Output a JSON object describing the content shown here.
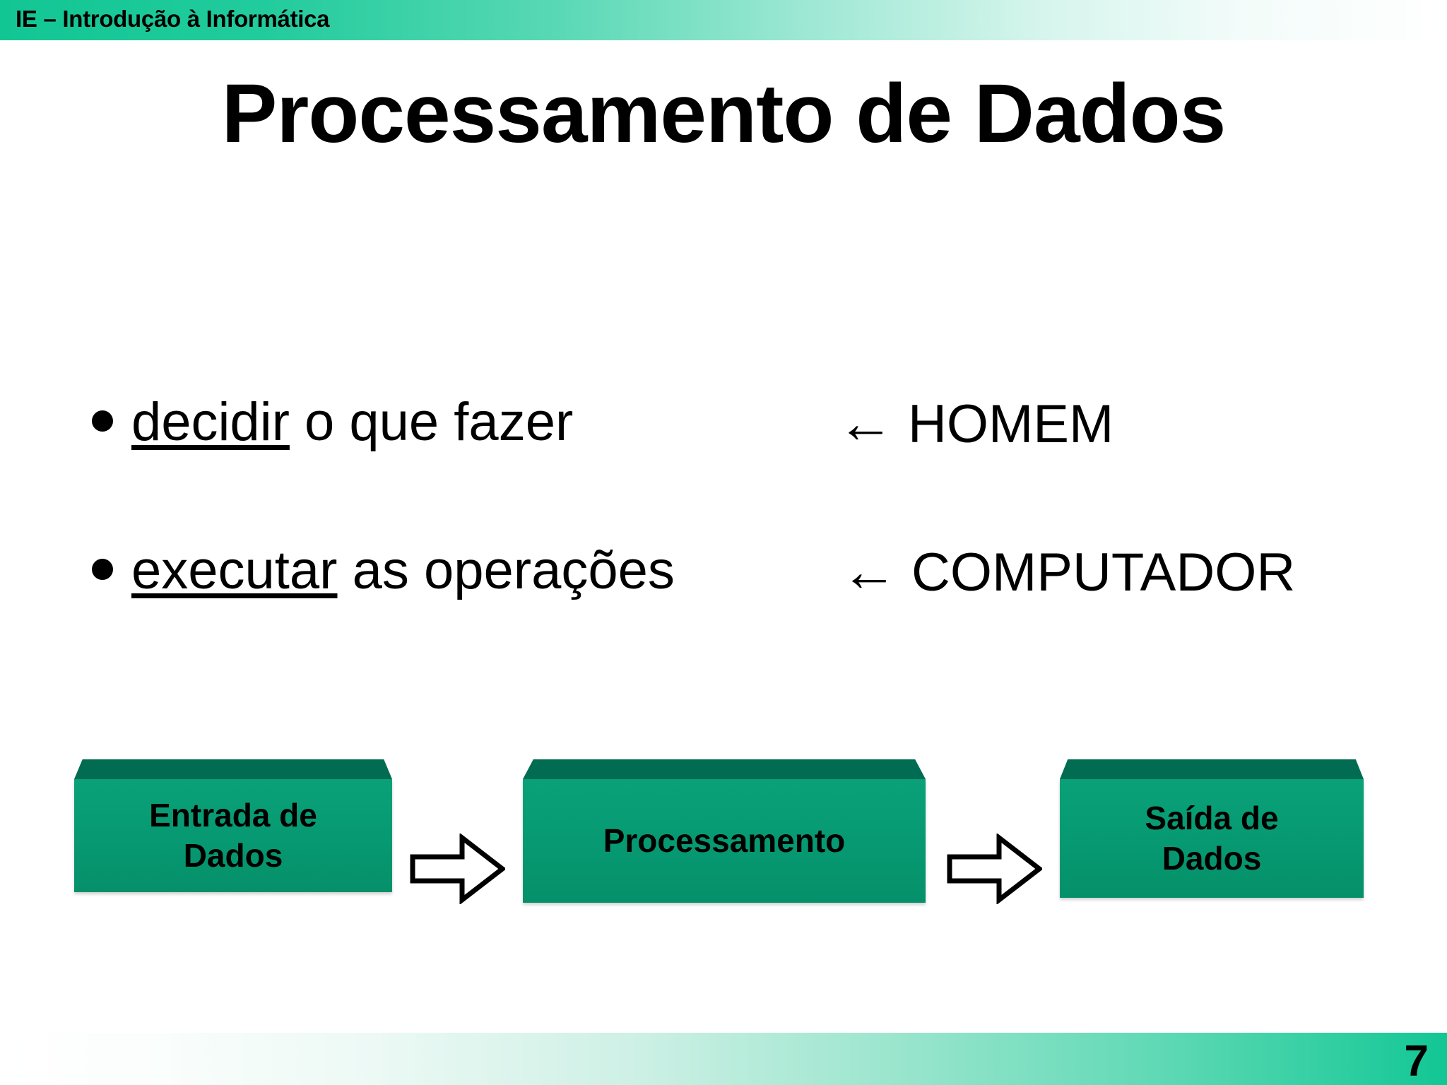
{
  "header": {
    "course_label": "IE – Introdução à Informática"
  },
  "title": "Processamento de Dados",
  "bullets": [
    {
      "emphasis": "decidir",
      "rest": " o que fazer",
      "arrow_icon": "←",
      "actor": "HOMEM"
    },
    {
      "emphasis": "executar",
      "rest": " as operações",
      "arrow_icon": "←",
      "actor": "COMPUTADOR"
    }
  ],
  "flow": {
    "boxes": [
      {
        "label": "Entrada de\nDados"
      },
      {
        "label": "Processamento"
      },
      {
        "label": "Saída de\nDados"
      }
    ],
    "connector_icon": "right-block-arrow"
  },
  "footer": {
    "page_number": "7"
  },
  "colors": {
    "bar_green": "#12c694",
    "box_face_green": "#079a72",
    "box_top_green": "#016c51",
    "text_black": "#000000",
    "background": "#ffffff"
  }
}
